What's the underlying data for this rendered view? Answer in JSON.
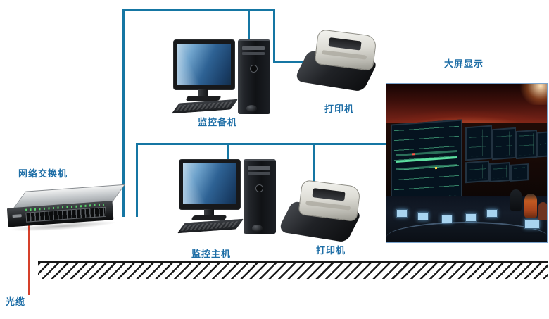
{
  "figure": {
    "type": "network-topology-diagram",
    "labels": {
      "switch": "网络交换机",
      "backup_host": "监控备机",
      "main_host": "监控主机",
      "printer_top": "打印机",
      "printer_bottom": "打印机",
      "big_screen": "大屏显示",
      "fiber": "光缆"
    },
    "colors": {
      "connection_line": "#1576a3",
      "label_text": "#1e6ea6",
      "fiber_line": "#d6402a",
      "ground_hatch": "#191919",
      "background": "#ffffff"
    }
  }
}
